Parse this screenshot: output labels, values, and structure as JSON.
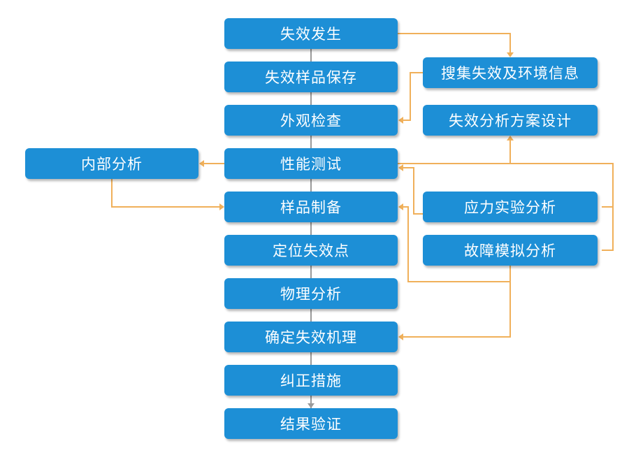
{
  "colors": {
    "box": "#1d8fd6",
    "box_text": "#ffffff",
    "main_line": "#9a9a9a",
    "branch_line": "#f0b05a"
  },
  "main_flow": [
    "失效发生",
    "失效样品保存",
    "外观检查",
    "性能测试",
    "样品制备",
    "定位失效点",
    "物理分析",
    "确定失效机理",
    "纠正措施",
    "结果验证"
  ],
  "left_branch": {
    "internal_analysis": "内部分析"
  },
  "right_branch": {
    "collect_info": "搜集失效及环境信息",
    "plan_design": "失效分析方案设计",
    "stress_test": "应力实验分析",
    "fault_sim": "故障模拟分析"
  }
}
